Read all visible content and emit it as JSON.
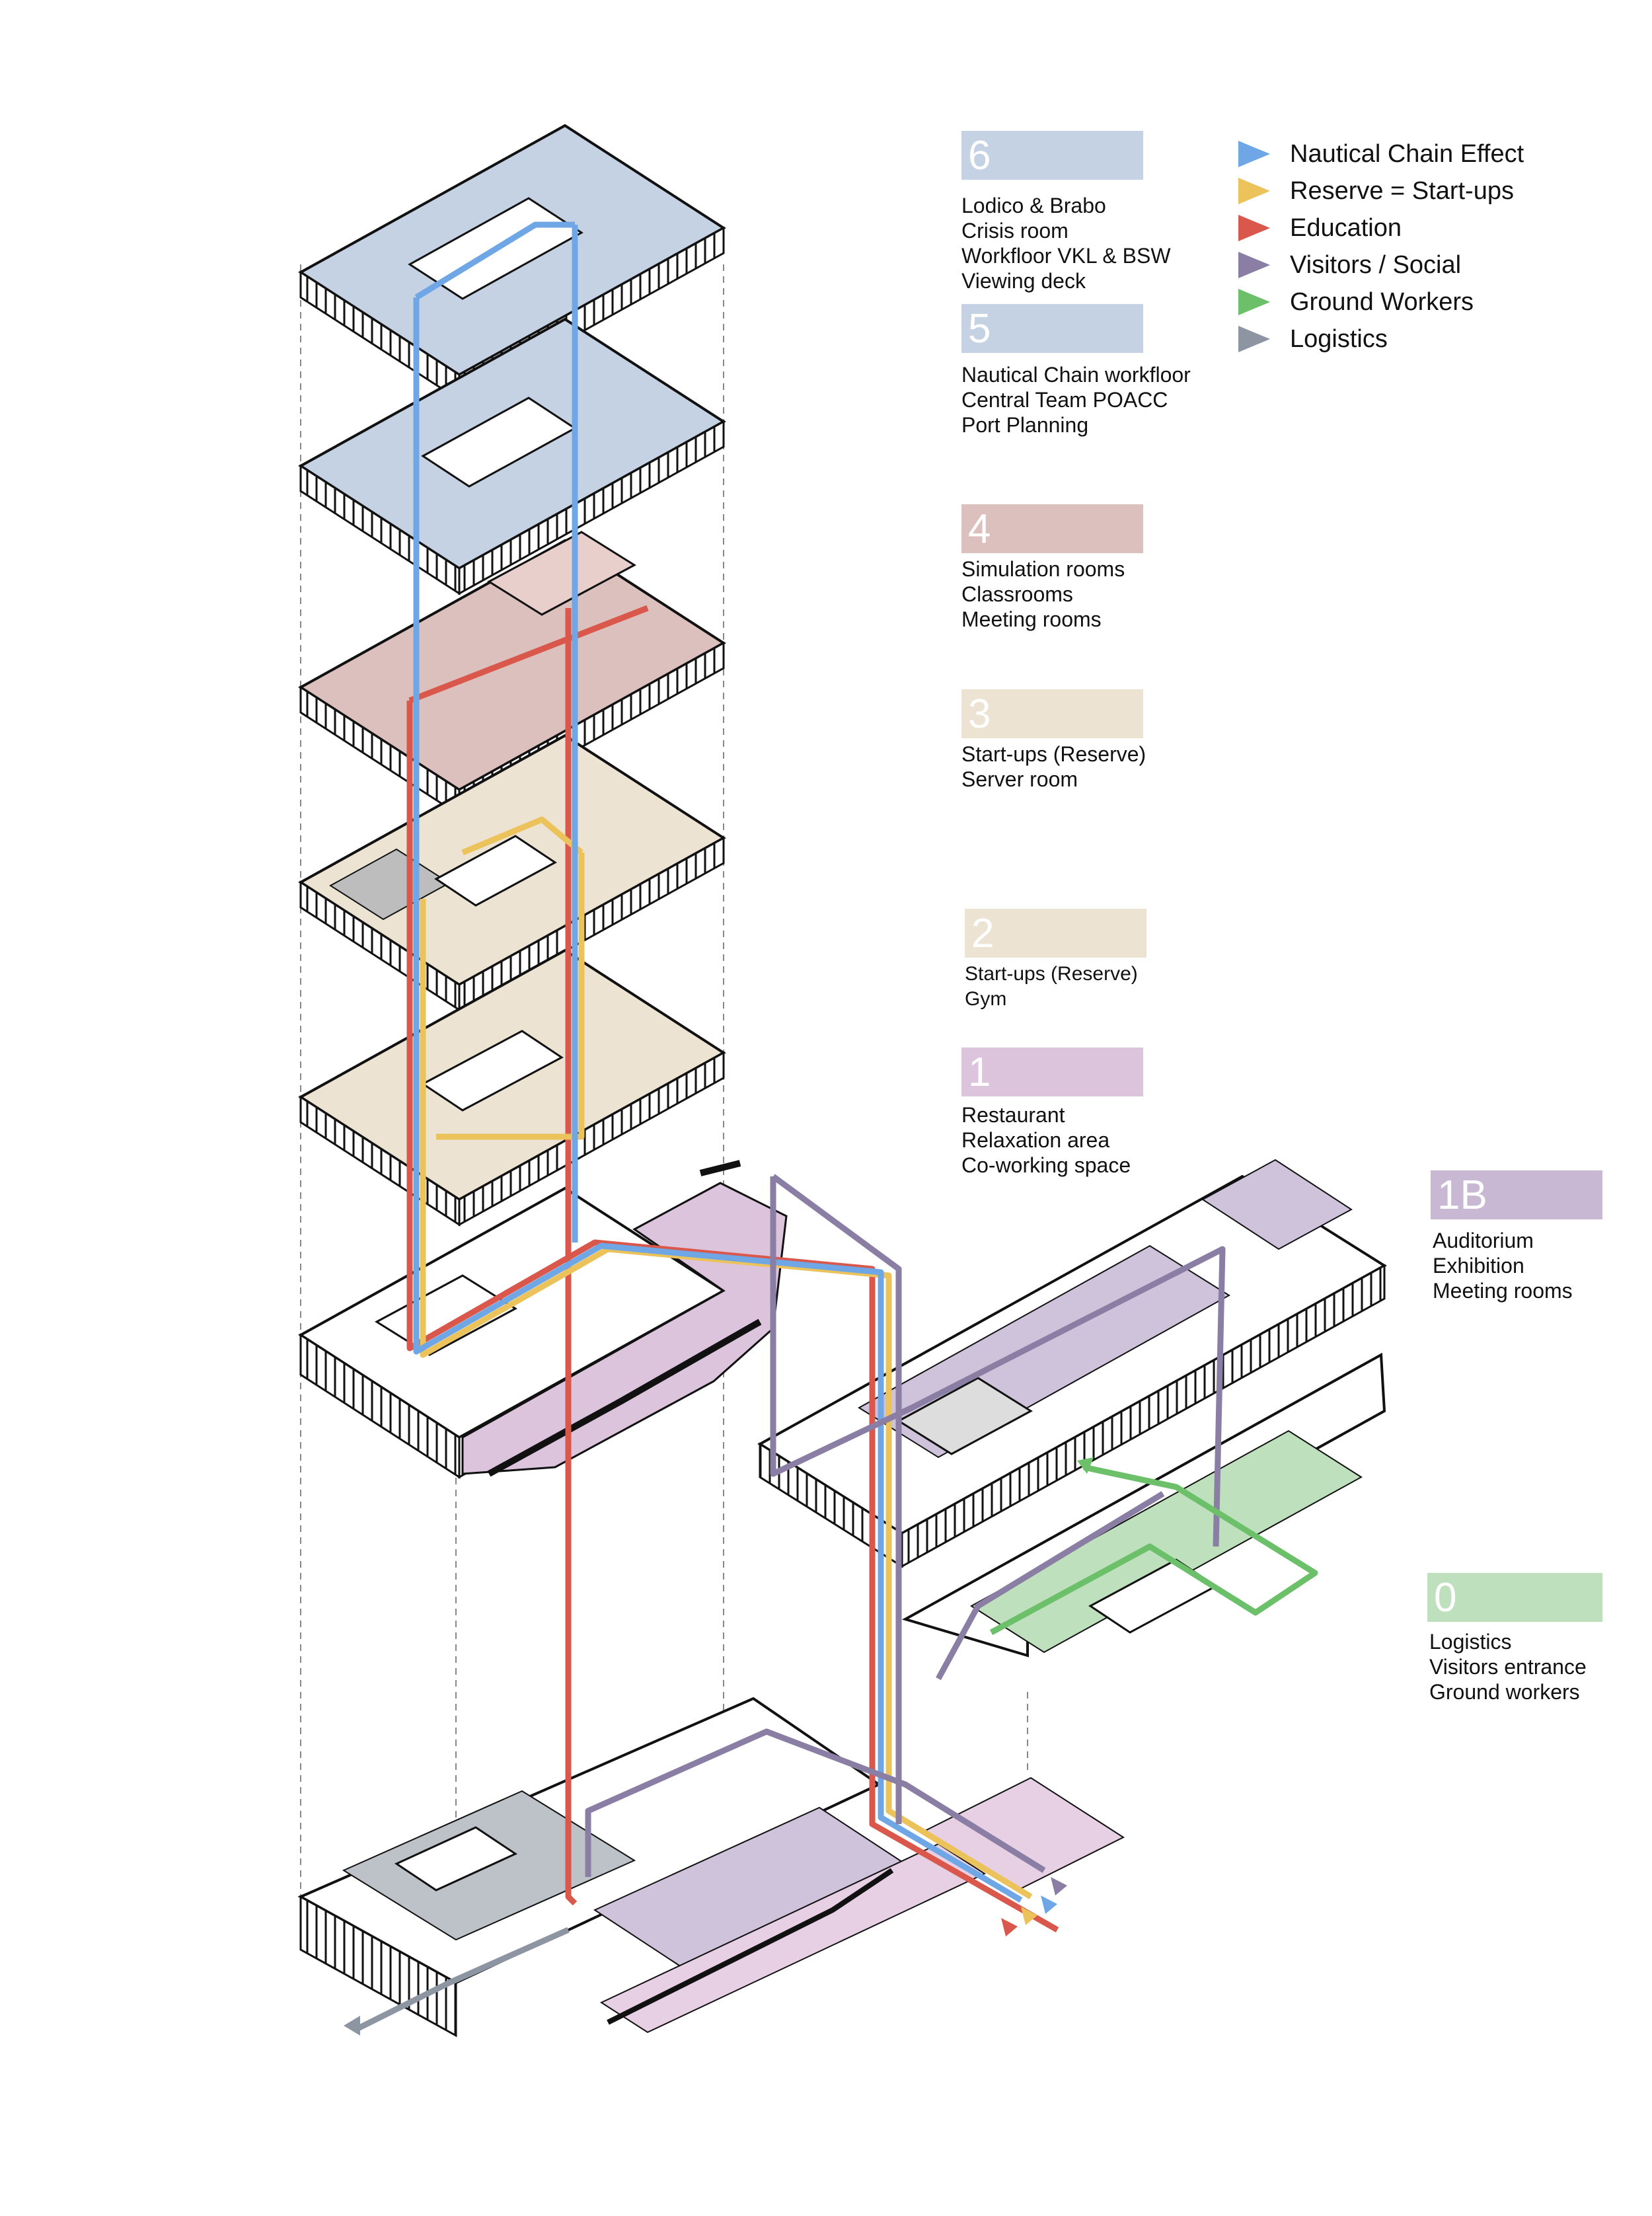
{
  "colors": {
    "nautical": "#6fa7e6",
    "reserve": "#ecc25b",
    "education": "#d9574b",
    "visitors": "#8a7ea4",
    "ground": "#6cc06a",
    "logistics": "#8e95a2",
    "floor6": "#c5d2e4",
    "floor5": "#c5d2e4",
    "floor4": "#dcc0bd",
    "floor3": "#ece3d2",
    "floor2": "#ece3d2",
    "floor1": "#dcc4dd",
    "floor1b": "#c9b8d3",
    "floor0": "#bfe0bd"
  },
  "legend": [
    {
      "label": "Nautical Chain Effect",
      "color_key": "nautical",
      "icon": "arrow-icon"
    },
    {
      "label": "Reserve = Start-ups",
      "color_key": "reserve",
      "icon": "arrow-icon"
    },
    {
      "label": "Education",
      "color_key": "education",
      "icon": "arrow-icon"
    },
    {
      "label": "Visitors / Social",
      "color_key": "visitors",
      "icon": "arrow-icon"
    },
    {
      "label": "Ground Workers",
      "color_key": "ground",
      "icon": "arrow-icon"
    },
    {
      "label": "Logistics",
      "color_key": "logistics",
      "icon": "arrow-icon"
    }
  ],
  "floors": [
    {
      "id": "f6",
      "number": "6",
      "color_key": "floor6",
      "lines": [
        "Lodico & Brabo",
        "Crisis room",
        "Workfloor VKL & BSW",
        "Viewing deck"
      ]
    },
    {
      "id": "f5",
      "number": "5",
      "color_key": "floor5",
      "lines": [
        "Nautical Chain workfloor",
        "Central Team POACC",
        "Port Planning"
      ]
    },
    {
      "id": "f4",
      "number": "4",
      "color_key": "floor4",
      "lines": [
        "Simulation rooms",
        "Classrooms",
        "Meeting rooms"
      ]
    },
    {
      "id": "f3",
      "number": "3",
      "color_key": "floor3",
      "lines": [
        "Start-ups (Reserve)",
        "Server room"
      ]
    },
    {
      "id": "f2",
      "number": "2",
      "color_key": "floor2",
      "lines": [
        "Start-ups (Reserve)",
        "Gym"
      ]
    },
    {
      "id": "f1",
      "number": "1",
      "color_key": "floor1",
      "lines": [
        "Restaurant",
        "Relaxation area",
        "Co-working space"
      ]
    },
    {
      "id": "f1b",
      "number": "1B",
      "color_key": "floor1b",
      "lines": [
        "Auditorium",
        "Exhibition",
        "Meeting rooms"
      ]
    },
    {
      "id": "f0",
      "number": "0",
      "color_key": "floor0",
      "lines": [
        "Logistics",
        "Visitors entrance",
        "Ground workers"
      ]
    }
  ]
}
